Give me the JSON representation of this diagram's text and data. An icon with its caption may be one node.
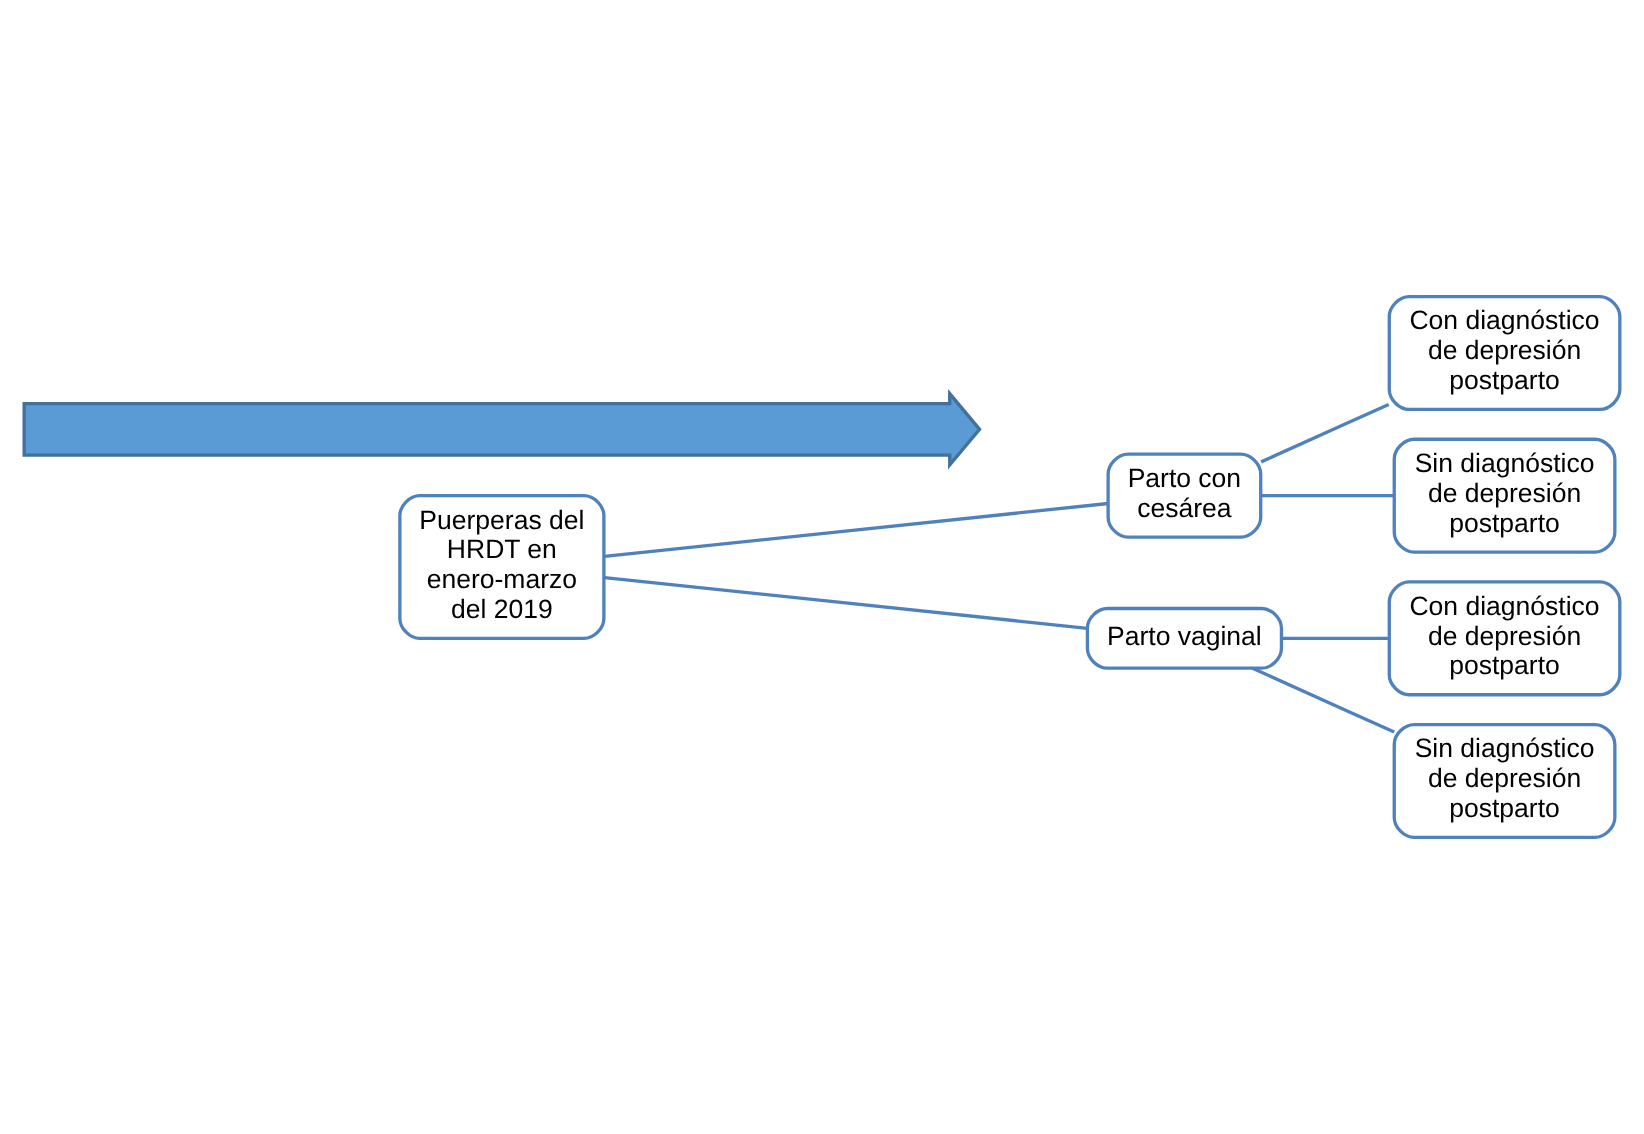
{
  "diagram": {
    "nodes": [
      {
        "text": [
          "Puerperas del HRDT en enero-marzo del 2019"
        ]
      },
      {
        "text": [
          "Parto con cesárea"
        ]
      },
      {
        "text": [
          "Parto vaginal"
        ]
      },
      {
        "text": [
          "Con diagnóstico de depresión postparto"
        ]
      },
      {
        "text": [
          "Sin diagnóstico de depresión postparto"
        ]
      },
      {
        "text": [
          "Con diagnóstico de depresión postparto"
        ]
      },
      {
        "text": [
          "Sin diagnóstico de depresión postparto"
        ]
      },
      {
        "text": [],
        "shape": "arrow"
      }
    ],
    "edges": [
      {
        "from": 0,
        "to": 1,
        "arrow": "none"
      },
      {
        "from": 0,
        "to": 2,
        "arrow": "none"
      },
      {
        "from": 1,
        "to": 3,
        "arrow": "none"
      },
      {
        "from": 1,
        "to": 4,
        "arrow": "none"
      },
      {
        "from": 2,
        "to": 5,
        "arrow": "none"
      },
      {
        "from": 2,
        "to": 6,
        "arrow": "none"
      }
    ]
  }
}
